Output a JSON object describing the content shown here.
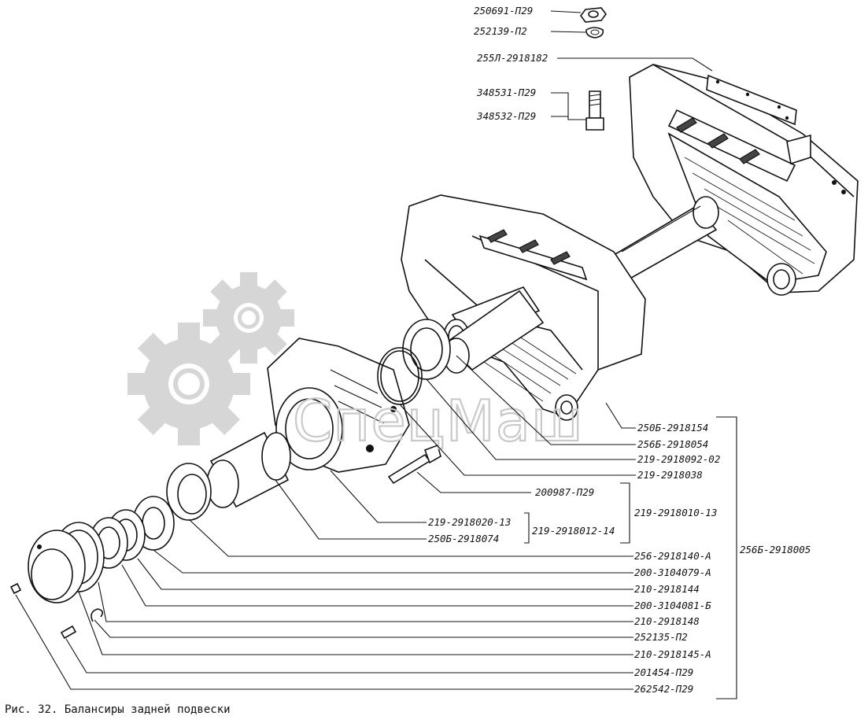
{
  "caption": "Рис. 32. Балансиры задней подвески",
  "watermark": "СпецМаш",
  "colors": {
    "ink": "#111111",
    "watermark_gear": "#d6d6d6",
    "background": "#ffffff"
  },
  "labels": {
    "top": {
      "nut": "250691-П29",
      "washer": "252139-П2",
      "plate": "255Л-2918182",
      "bolt_a": "348531-П29",
      "bolt_b": "348532-П29"
    },
    "right": [
      "250Б-2918154",
      "256Б-2918054",
      "219-2918092-02",
      "219-2918038",
      "200987-П29",
      "219-2918010-13",
      "219-2918020-13",
      "219-2918012-14",
      "250Б-2918074",
      "256-2918140-А",
      "200-3104079-А",
      "210-2918144",
      "200-3104081-Б",
      "210-2918148",
      "252135-П2",
      "210-2918145-А",
      "201454-П29",
      "262542-П29"
    ],
    "assembly": "256Б-2918005"
  }
}
